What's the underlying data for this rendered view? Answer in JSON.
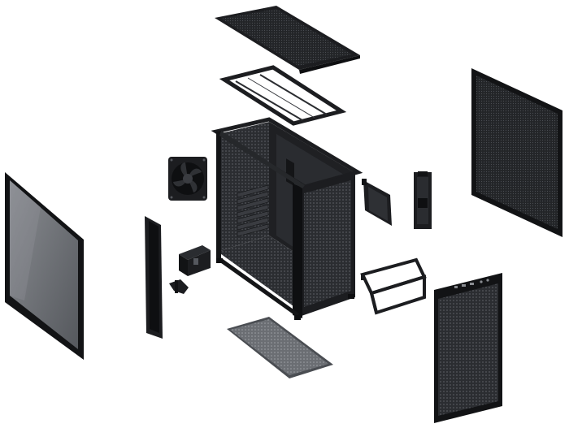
{
  "scene": {
    "background": "#ffffff",
    "palette": {
      "frame": "#1c1d20",
      "frame_dark": "#0e0f11",
      "frame_light": "#3a3c41",
      "mesh": "#2b2d31",
      "mesh_hole": "#55585e",
      "glass": "#6f7277",
      "glass_light": "#9a9da2",
      "fan_blade": "#2a2c30"
    },
    "parts": [
      {
        "name": "top-mesh-panel"
      },
      {
        "name": "top-bracket-frame"
      },
      {
        "name": "chassis-frame"
      },
      {
        "name": "case-fan-icon"
      },
      {
        "name": "left-tempered-glass-panel"
      },
      {
        "name": "front-pillar"
      },
      {
        "name": "drive-bracket"
      },
      {
        "name": "small-clip"
      },
      {
        "name": "bottom-dust-filter"
      },
      {
        "name": "ssd-plate"
      },
      {
        "name": "rear-plate-bracket"
      },
      {
        "name": "psu-bracket"
      },
      {
        "name": "right-side-mesh-panel"
      },
      {
        "name": "front-mesh-panel"
      }
    ]
  }
}
